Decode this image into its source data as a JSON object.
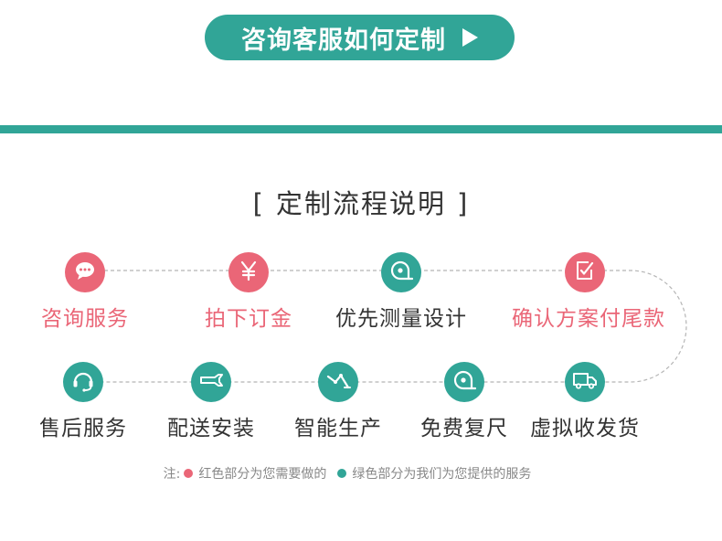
{
  "cta": {
    "label": "咨询客服如何定制"
  },
  "section": {
    "title": "定制流程说明",
    "bracket_open": "[",
    "bracket_close": "]"
  },
  "steps": [
    {
      "label": "咨询服务",
      "color": "red",
      "icon": "chat-bubble-icon"
    },
    {
      "label": "拍下订金",
      "color": "red",
      "icon": "yen-icon"
    },
    {
      "label": "优先测量设计",
      "color": "green",
      "icon": "tape-measure-icon"
    },
    {
      "label": "确认方案付尾款",
      "color": "red",
      "icon": "checklist-icon"
    },
    {
      "label": "虚拟收发货",
      "color": "green",
      "icon": "truck-icon"
    },
    {
      "label": "免费复尺",
      "color": "green",
      "icon": "tape-measure-icon"
    },
    {
      "label": "智能生产",
      "color": "green",
      "icon": "machine-arm-icon"
    },
    {
      "label": "配送安装",
      "color": "green",
      "icon": "wrench-icon"
    },
    {
      "label": "售后服务",
      "color": "green",
      "icon": "headset-icon"
    }
  ],
  "note": {
    "prefix": "注:",
    "red_text": "红色部分为您需要做的",
    "green_text": "绿色部分为我们为您提供的服务"
  },
  "colors": {
    "accent": "#31a597",
    "customer": "#ea6677",
    "text": "#333333",
    "note": "#888888"
  }
}
